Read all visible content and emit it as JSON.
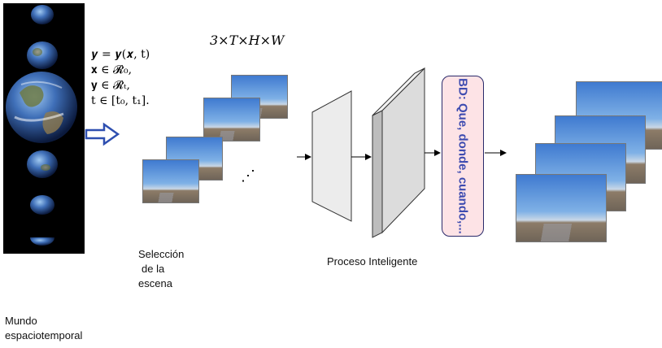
{
  "equations": {
    "line1": "𝒚 = 𝒚(𝒙, t)",
    "line2": "𝐱 ∈ 𝓡₀,",
    "line3": "𝐲 ∈ 𝓡ₜ,",
    "line4": "t ∈ [t₀, t₁]."
  },
  "dimensions_label": "3×T×H×W",
  "ellipsis": "⋰",
  "labels": {
    "scene_selection": [
      "Selección",
      "de la",
      "escena"
    ],
    "intelligent_process": "Proceso Inteligente",
    "world": [
      "Mundo",
      "espaciotemporal"
    ]
  },
  "database_box": "BD: Que, donde, cuando,...",
  "colors": {
    "arrow_blue": "#2e4fb0",
    "database_fill": "#fde3e6",
    "database_text": "#3d4bb0",
    "layer_fill": "#e6e6e6",
    "panel_black": "#000000"
  }
}
